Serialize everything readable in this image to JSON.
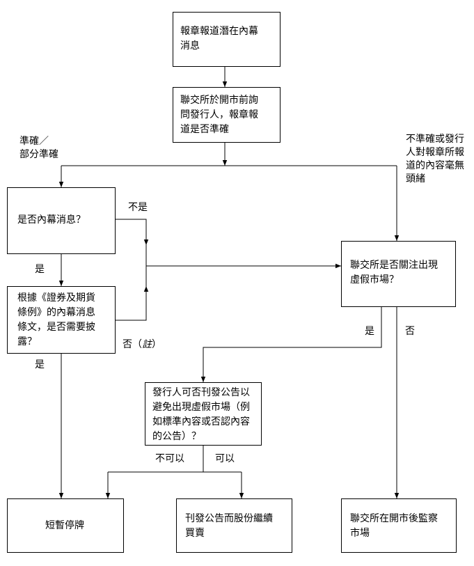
{
  "boxes": {
    "newspaper_report": "報章報道潛在內幕\n消息",
    "exchange_enquiry": "聯交所於開市前詢\n問發行人，報章報\n道是否準確",
    "inside_info": "是否內幕消息？",
    "sfo_disclosure": "根據《證券及期貨\n條例》的內幕消息\n條文，是否需要披\n露？",
    "false_market": "聯交所是否關注出現\n虛假市場？",
    "announcement": "發行人可否刊發公告以\n避免出現虛假市場（例\n如標準內容或否認內容\n的公告）？",
    "suspension": "短暫停牌",
    "publish_continue": "刊發公告而股份繼續\n買賣",
    "monitor": "聯交所在開市後監察\n市場"
  },
  "labels": {
    "accurate": "準確／\n部分準確",
    "inaccurate": "不準確或發行\n人對報章所報\n道的內容毫無\n頭緒",
    "not_inside": "不是",
    "yes_inside": "是",
    "no_note_prefix": "否（",
    "no_note_em": "註",
    "no_note_suffix": "）",
    "yes_disclose": "是",
    "yes_false_market": "是",
    "no_false_market": "否",
    "cannot": "不可以",
    "can": "可以"
  }
}
